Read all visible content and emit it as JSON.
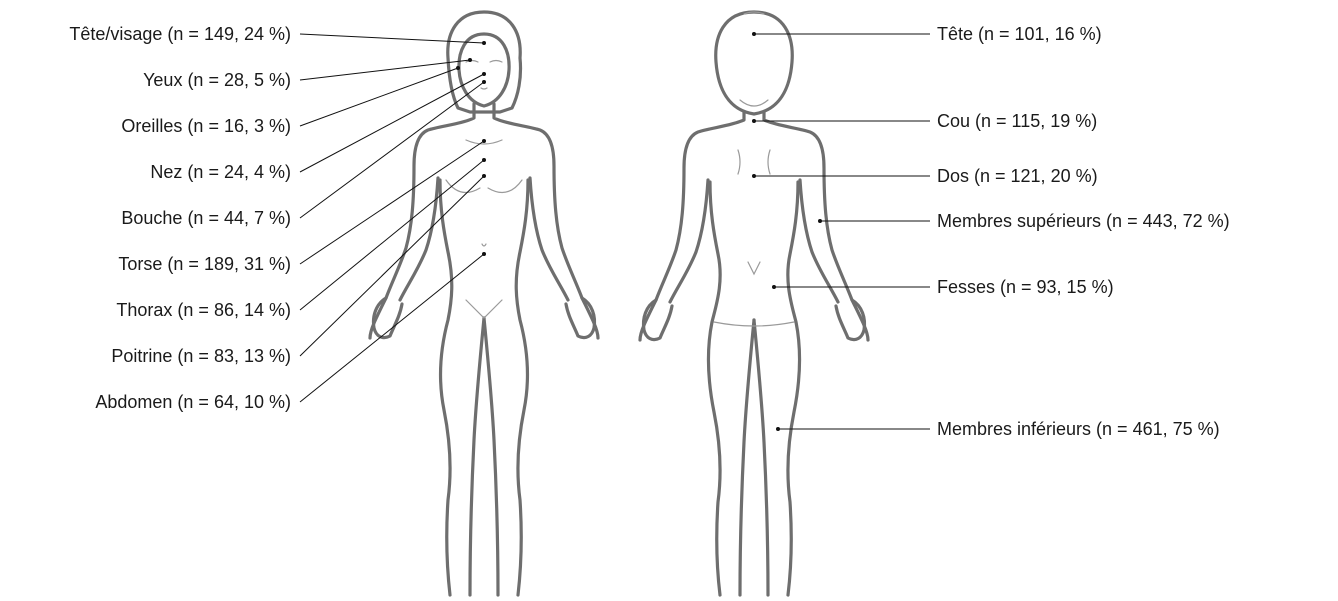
{
  "front_labels": [
    {
      "id": "tete-visage",
      "text": "Tête/visage (n = 149, 24 %)"
    },
    {
      "id": "yeux",
      "text": "Yeux (n = 28, 5 %)"
    },
    {
      "id": "oreilles",
      "text": "Oreilles (n = 16, 3 %)"
    },
    {
      "id": "nez",
      "text": "Nez (n = 24, 4 %)"
    },
    {
      "id": "bouche",
      "text": "Bouche (n = 44, 7 %)"
    },
    {
      "id": "torse",
      "text": "Torse (n = 189, 31 %)"
    },
    {
      "id": "thorax",
      "text": "Thorax (n = 86, 14 %)"
    },
    {
      "id": "poitrine",
      "text": "Poitrine (n = 83, 13 %)"
    },
    {
      "id": "abdomen",
      "text": "Abdomen (n = 64, 10 %)"
    }
  ],
  "back_labels": [
    {
      "id": "tete",
      "text": "Tête (n = 101, 16 %)"
    },
    {
      "id": "cou",
      "text": "Cou (n = 115, 19 %)"
    },
    {
      "id": "dos",
      "text": "Dos (n = 121, 20 %)"
    },
    {
      "id": "membres-superieurs",
      "text": "Membres supérieurs (n = 443, 72 %)"
    },
    {
      "id": "fesses",
      "text": "Fesses (n = 93, 15 %)"
    },
    {
      "id": "membres-inferieurs",
      "text": "Membres inférieurs (n = 461, 75 %)"
    }
  ],
  "colors": {
    "outline": "#6e6e6e",
    "leader": "#111111",
    "text": "#1a1a1a"
  }
}
